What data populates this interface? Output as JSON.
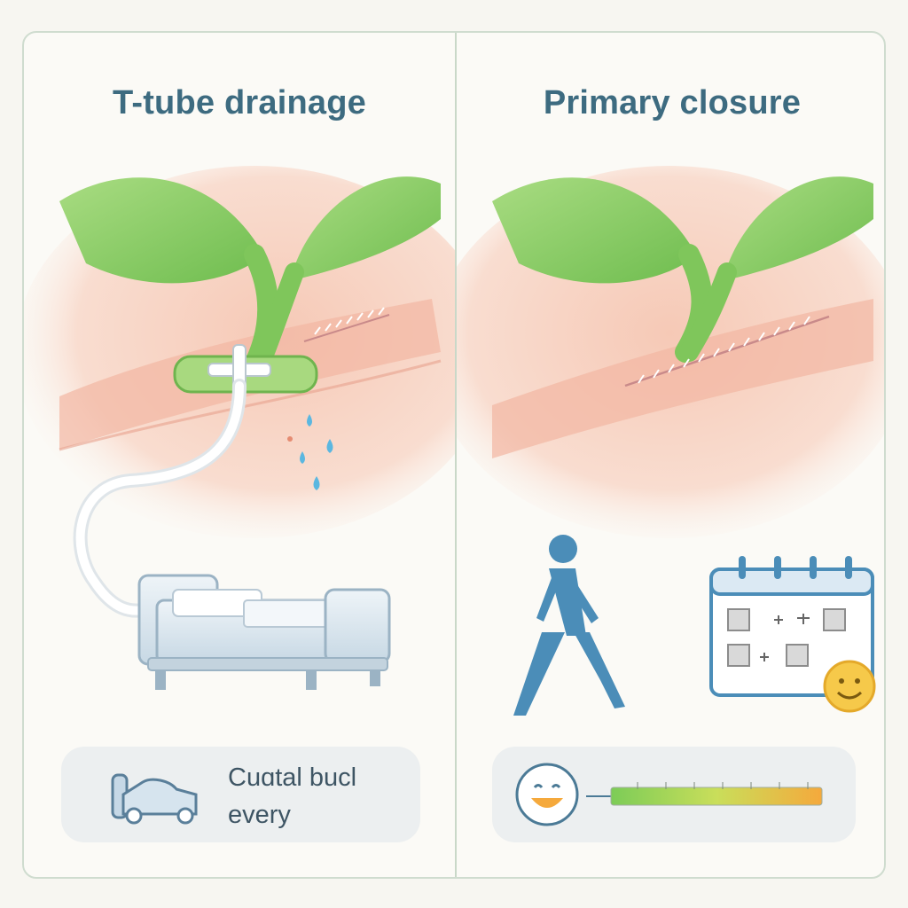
{
  "panels": {
    "left": {
      "title": "T-tube drainage",
      "caption": [
        "Cuɑtal bucl",
        "every"
      ]
    },
    "right": {
      "title": "Primary closure"
    }
  },
  "icons": {
    "left": [
      "t-tube-icon",
      "bile-drops-icon",
      "hospital-bed-icon",
      "bed-small-icon"
    ],
    "right": [
      "walking-person-icon",
      "calendar-icon",
      "smiley-icon",
      "recovery-scale-icon"
    ]
  },
  "colors": {
    "title": "#3d6b80",
    "gallbladder": "#8fcf6a",
    "skin": "#f4c4b2",
    "figure": "#4b8db8",
    "accent_drop": "#5bb7e0"
  }
}
